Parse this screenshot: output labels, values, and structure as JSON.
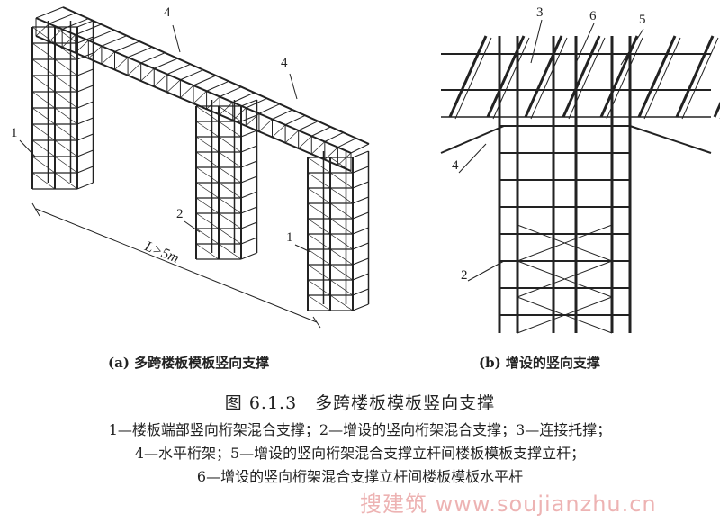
{
  "figure": {
    "panel_a": {
      "caption": "(a) 多跨楼板模板竖向支撑",
      "labels": [
        "4",
        "4",
        "1",
        "2",
        "1"
      ],
      "dimension": "L>5m"
    },
    "panel_b": {
      "caption": "(b) 增设的竖向支撑",
      "labels": [
        "3",
        "6",
        "5",
        "4",
        "2"
      ]
    },
    "title": "图 6.1.3　多跨楼板模板竖向支撑",
    "legend": [
      "1—楼板端部竖向桁架混合支撑；2—增设的竖向桁架混合支撑；3—连接托撑；",
      "4—水平桁架；5—增设的竖向桁架混合支撑立杆间楼板模板支撑立杆；",
      "6—增设的竖向桁架混合支撑立杆间楼板模板水平杆"
    ],
    "watermark": "搜建筑 www.soujianzhu.cn"
  },
  "colors": {
    "ink": "#222222",
    "watermark": "#e89a9a"
  }
}
